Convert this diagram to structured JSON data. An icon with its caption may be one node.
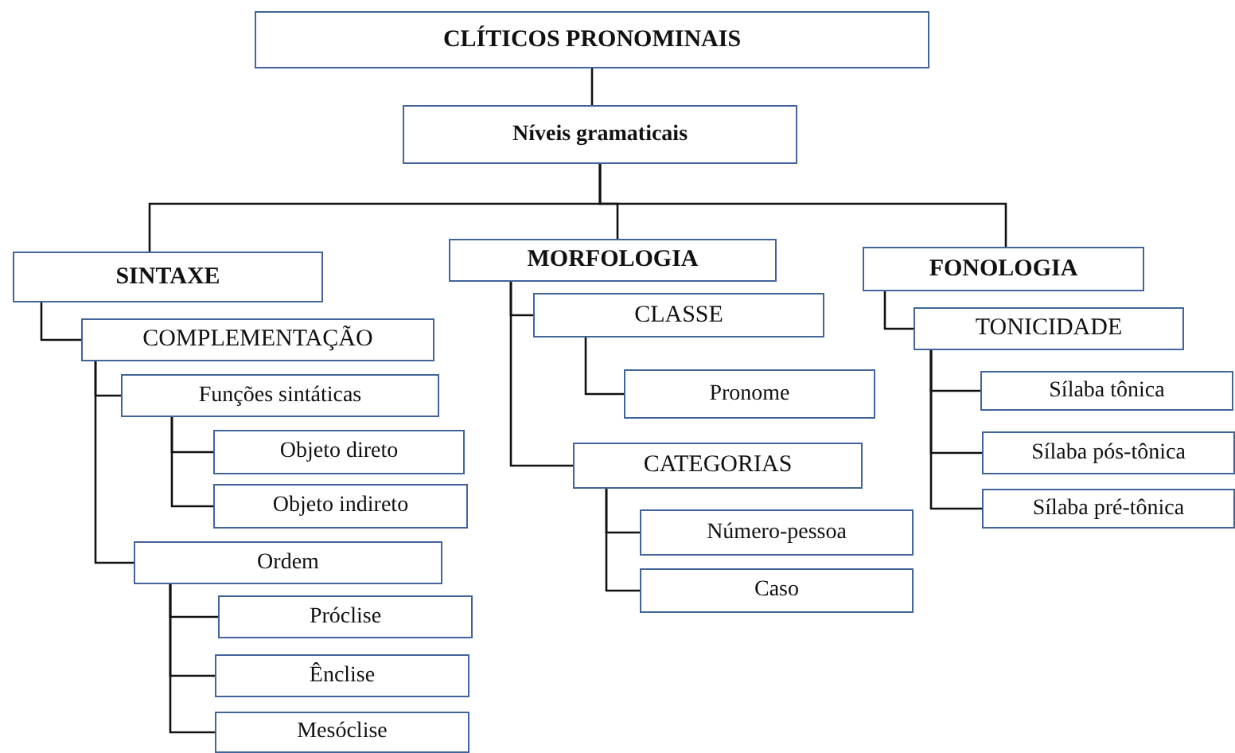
{
  "diagram": {
    "nodes": [
      {
        "text": [
          "CLÍTICOS PRONOMINAIS"
        ]
      },
      {
        "text": [
          "Níveis gramaticais"
        ]
      },
      {
        "text": [
          "SINTAXE"
        ]
      },
      {
        "text": [
          "COMPLEMENTAÇÃO"
        ]
      },
      {
        "text": [
          "Funções sintáticas"
        ]
      },
      {
        "text": [
          "Objeto direto"
        ]
      },
      {
        "text": [
          "Objeto indireto"
        ]
      },
      {
        "text": [
          "Ordem"
        ]
      },
      {
        "text": [
          "Próclise"
        ]
      },
      {
        "text": [
          "Ênclise"
        ]
      },
      {
        "text": [
          "Mesóclise"
        ]
      },
      {
        "text": [
          "MORFOLOGIA"
        ]
      },
      {
        "text": [
          "CLASSE"
        ]
      },
      {
        "text": [
          "Pronome"
        ]
      },
      {
        "text": [
          "CATEGORIAS"
        ]
      },
      {
        "text": [
          "Número-pessoa"
        ]
      },
      {
        "text": [
          "Caso"
        ]
      },
      {
        "text": [
          "FONOLOGIA"
        ]
      },
      {
        "text": [
          "TONICIDADE"
        ]
      },
      {
        "text": [
          "Sílaba tônica"
        ]
      },
      {
        "text": [
          "Sílaba pós-tônica"
        ]
      },
      {
        "text": [
          "Sílaba pré-tônica"
        ]
      }
    ],
    "edges": [
      {
        "from": 0,
        "to": 1,
        "arrow": "none"
      },
      {
        "from": 1,
        "to": 2,
        "arrow": "none"
      },
      {
        "from": 1,
        "to": 11,
        "arrow": "none"
      },
      {
        "from": 1,
        "to": 17,
        "arrow": "none"
      },
      {
        "from": 2,
        "to": 3,
        "arrow": "none"
      },
      {
        "from": 3,
        "to": 4,
        "arrow": "none"
      },
      {
        "from": 4,
        "to": 5,
        "arrow": "none"
      },
      {
        "from": 4,
        "to": 6,
        "arrow": "none"
      },
      {
        "from": 3,
        "to": 7,
        "arrow": "none"
      },
      {
        "from": 7,
        "to": 8,
        "arrow": "none"
      },
      {
        "from": 7,
        "to": 9,
        "arrow": "none"
      },
      {
        "from": 7,
        "to": 10,
        "arrow": "none"
      },
      {
        "from": 11,
        "to": 12,
        "arrow": "none"
      },
      {
        "from": 12,
        "to": 13,
        "arrow": "none"
      },
      {
        "from": 11,
        "to": 14,
        "arrow": "none"
      },
      {
        "from": 14,
        "to": 15,
        "arrow": "none"
      },
      {
        "from": 14,
        "to": 16,
        "arrow": "none"
      },
      {
        "from": 17,
        "to": 18,
        "arrow": "none"
      },
      {
        "from": 18,
        "to": 19,
        "arrow": "none"
      },
      {
        "from": 18,
        "to": 20,
        "arrow": "none"
      },
      {
        "from": 18,
        "to": 21,
        "arrow": "none"
      }
    ]
  }
}
